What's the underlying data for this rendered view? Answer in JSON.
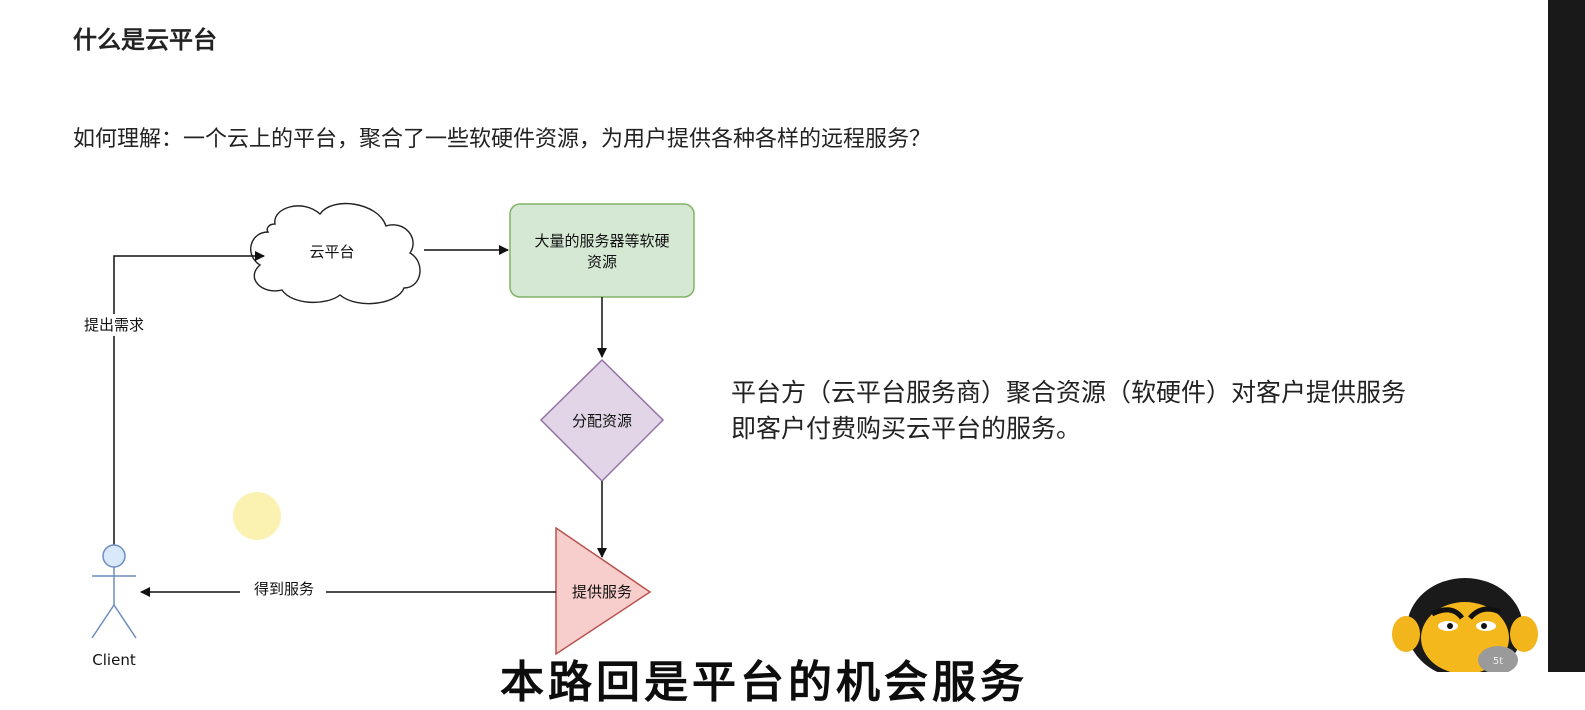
{
  "heading": "什么是云平台",
  "question": "如何理解：一个云上的平台，聚合了一些软硬件资源，为用户提供各种各样的远程服务？",
  "diagram": {
    "cloud_label": "云平台",
    "resources_label_line1": "大量的服务器等软硬",
    "resources_label_line2": "资源",
    "allocate_label": "分配资源",
    "provide_label": "提供服务",
    "request_edge_label": "提出需求",
    "receive_edge_label": "得到服务",
    "client_label": "Client",
    "colors": {
      "resources_fill": "#d5e8d4",
      "resources_stroke": "#82b366",
      "allocate_fill": "#e1d5e7",
      "allocate_stroke": "#9673a6",
      "provide_fill": "#f8cecc",
      "provide_stroke": "#b85450",
      "client_head_fill": "#dae8fc",
      "client_stroke": "#6c8ebf"
    }
  },
  "explanation": {
    "line1": "平台方（云平台服务商）聚合资源（软硬件）对客户提供服务",
    "line2": "即客户付费购买云平台的服务。"
  },
  "subtitle": "本路回是平台的机会服务"
}
